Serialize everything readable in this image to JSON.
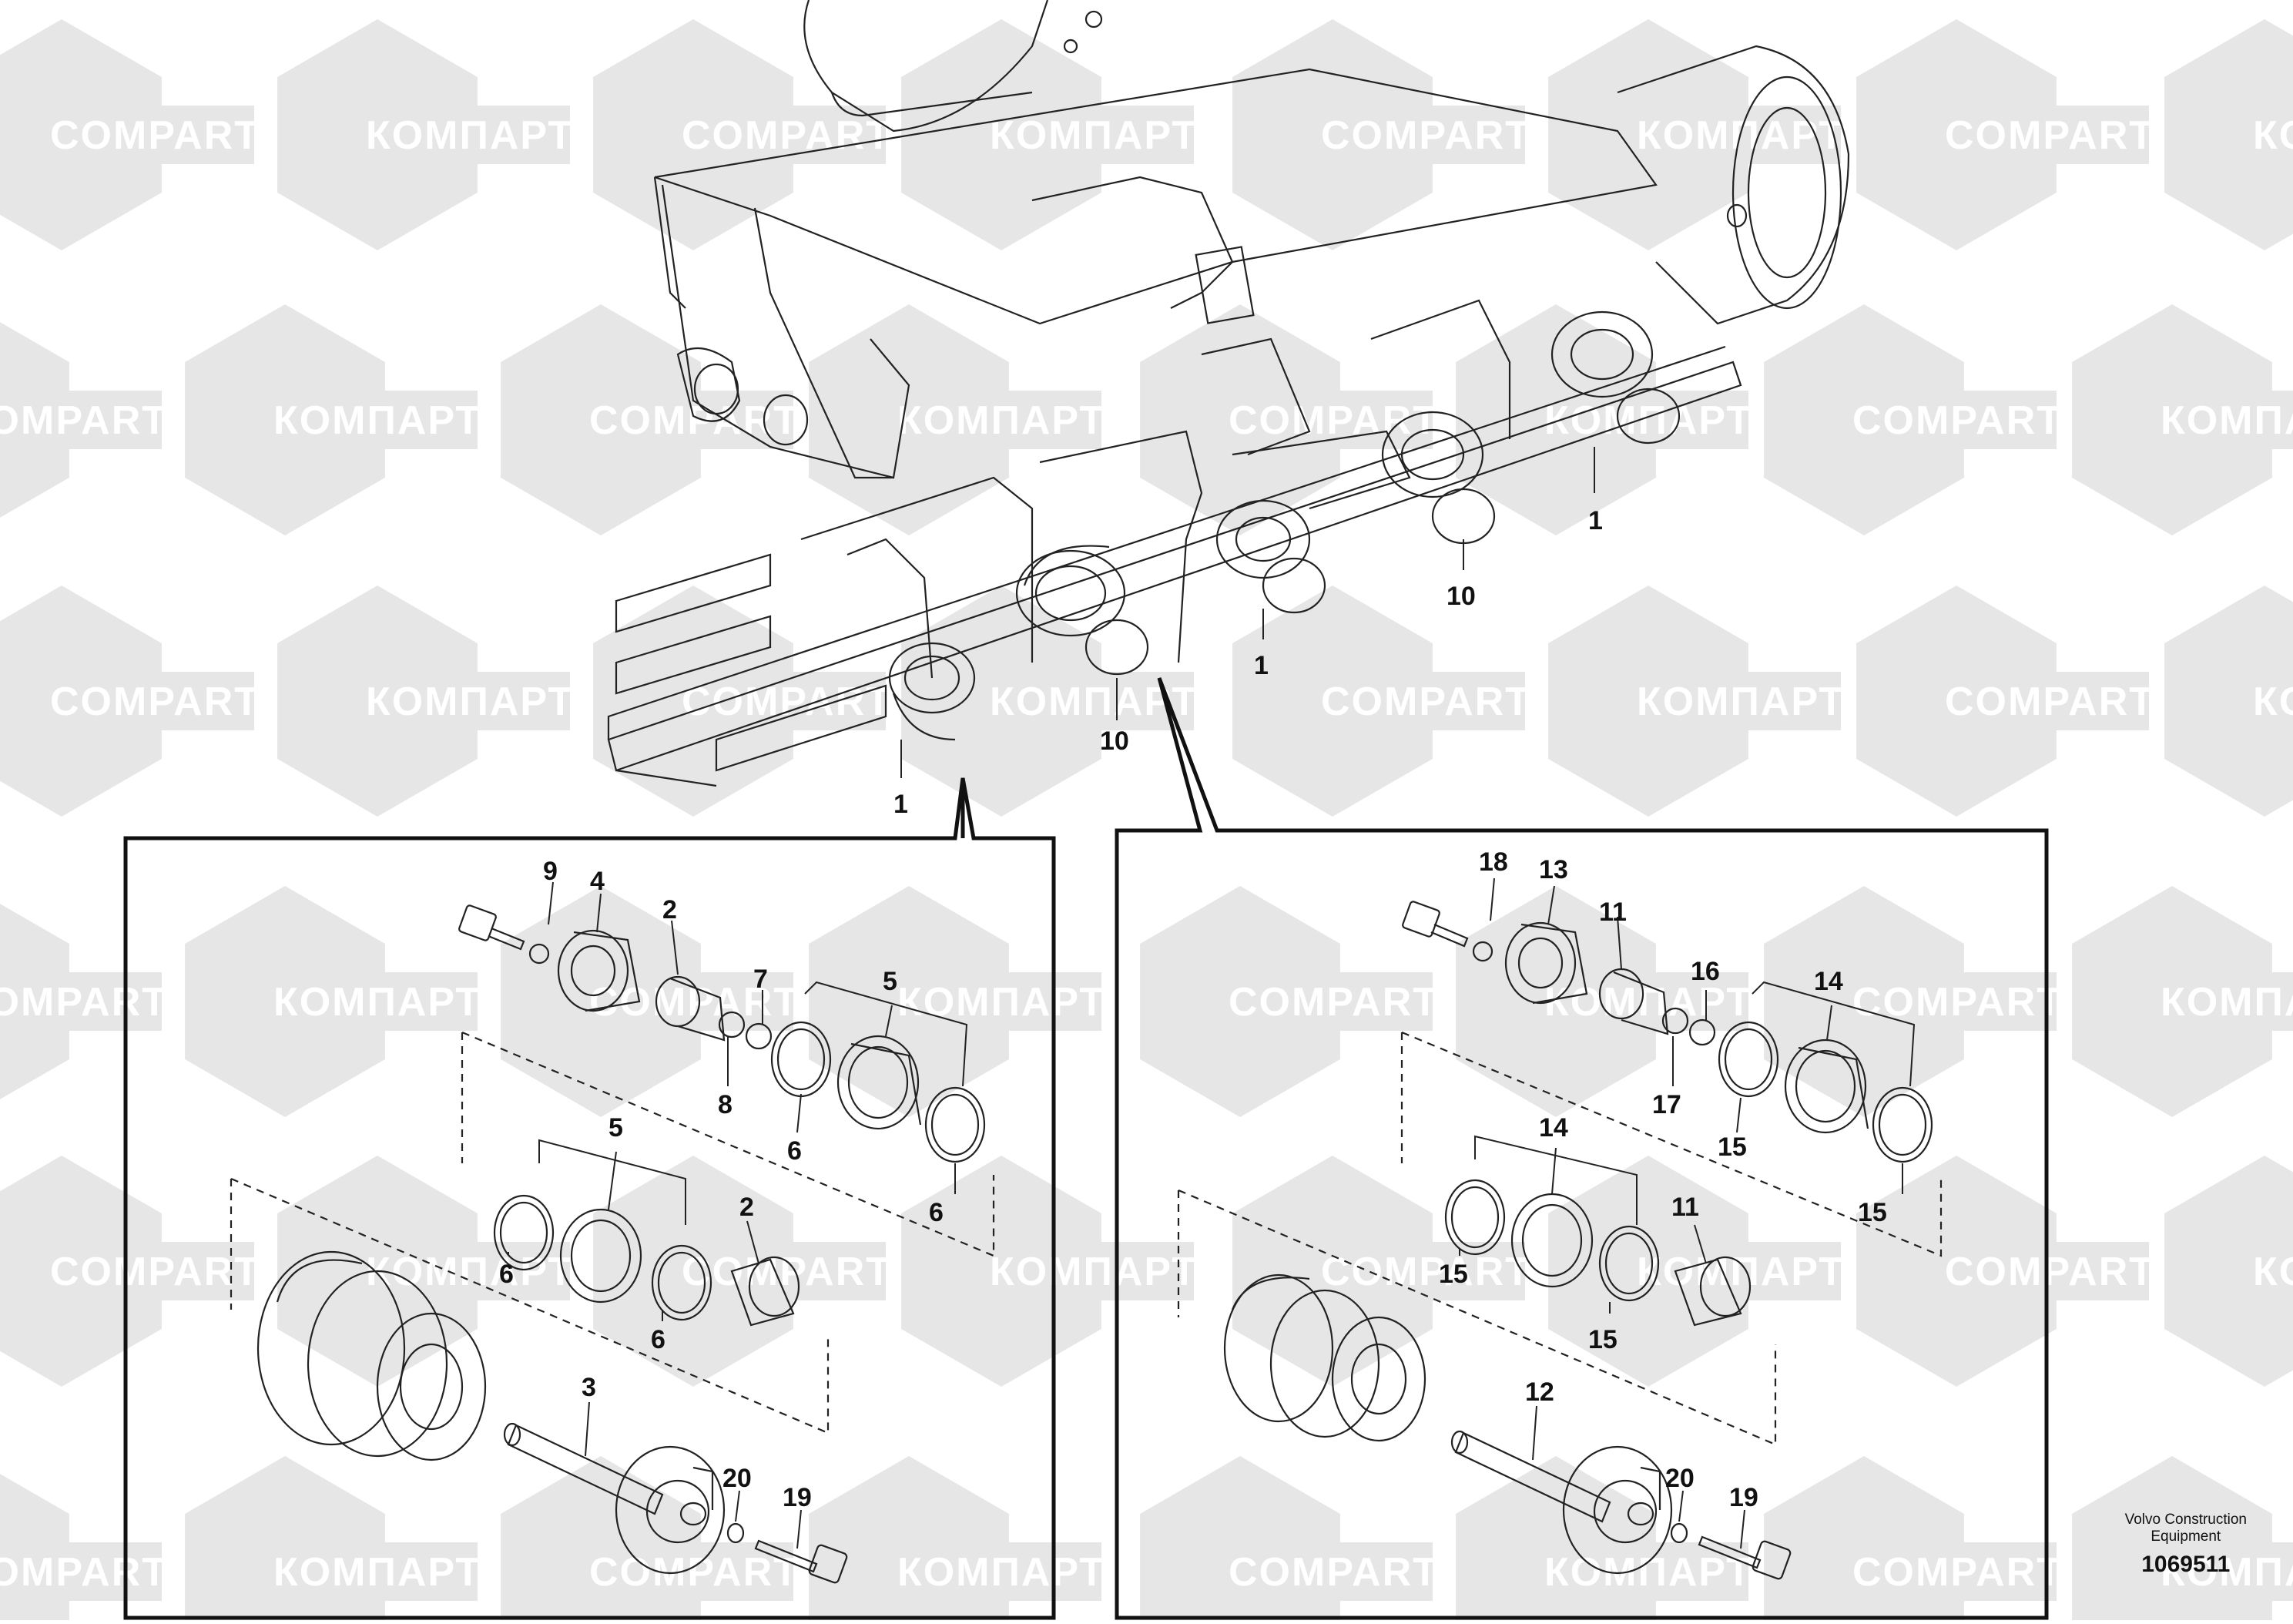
{
  "watermarks": {
    "latin": "COMPART",
    "cyrillic": "КОМПАРТ"
  },
  "main_assembly_callouts": [
    "1",
    "10",
    "1",
    "10",
    "1"
  ],
  "left_detail": {
    "callouts": [
      "9",
      "4",
      "2",
      "7",
      "5",
      "8",
      "6",
      "6",
      "5",
      "2",
      "6",
      "6",
      "3",
      "20",
      "19"
    ]
  },
  "right_detail": {
    "callouts": [
      "18",
      "13",
      "11",
      "16",
      "14",
      "17",
      "15",
      "15",
      "14",
      "11",
      "15",
      "15",
      "12",
      "20",
      "19"
    ]
  },
  "caption": {
    "maker_line1": "Volvo Construction",
    "maker_line2": "Equipment",
    "figure_number": "1069511"
  },
  "colors": {
    "line": "#222222",
    "watermark": "#e6e6e6",
    "background": "#ffffff"
  }
}
